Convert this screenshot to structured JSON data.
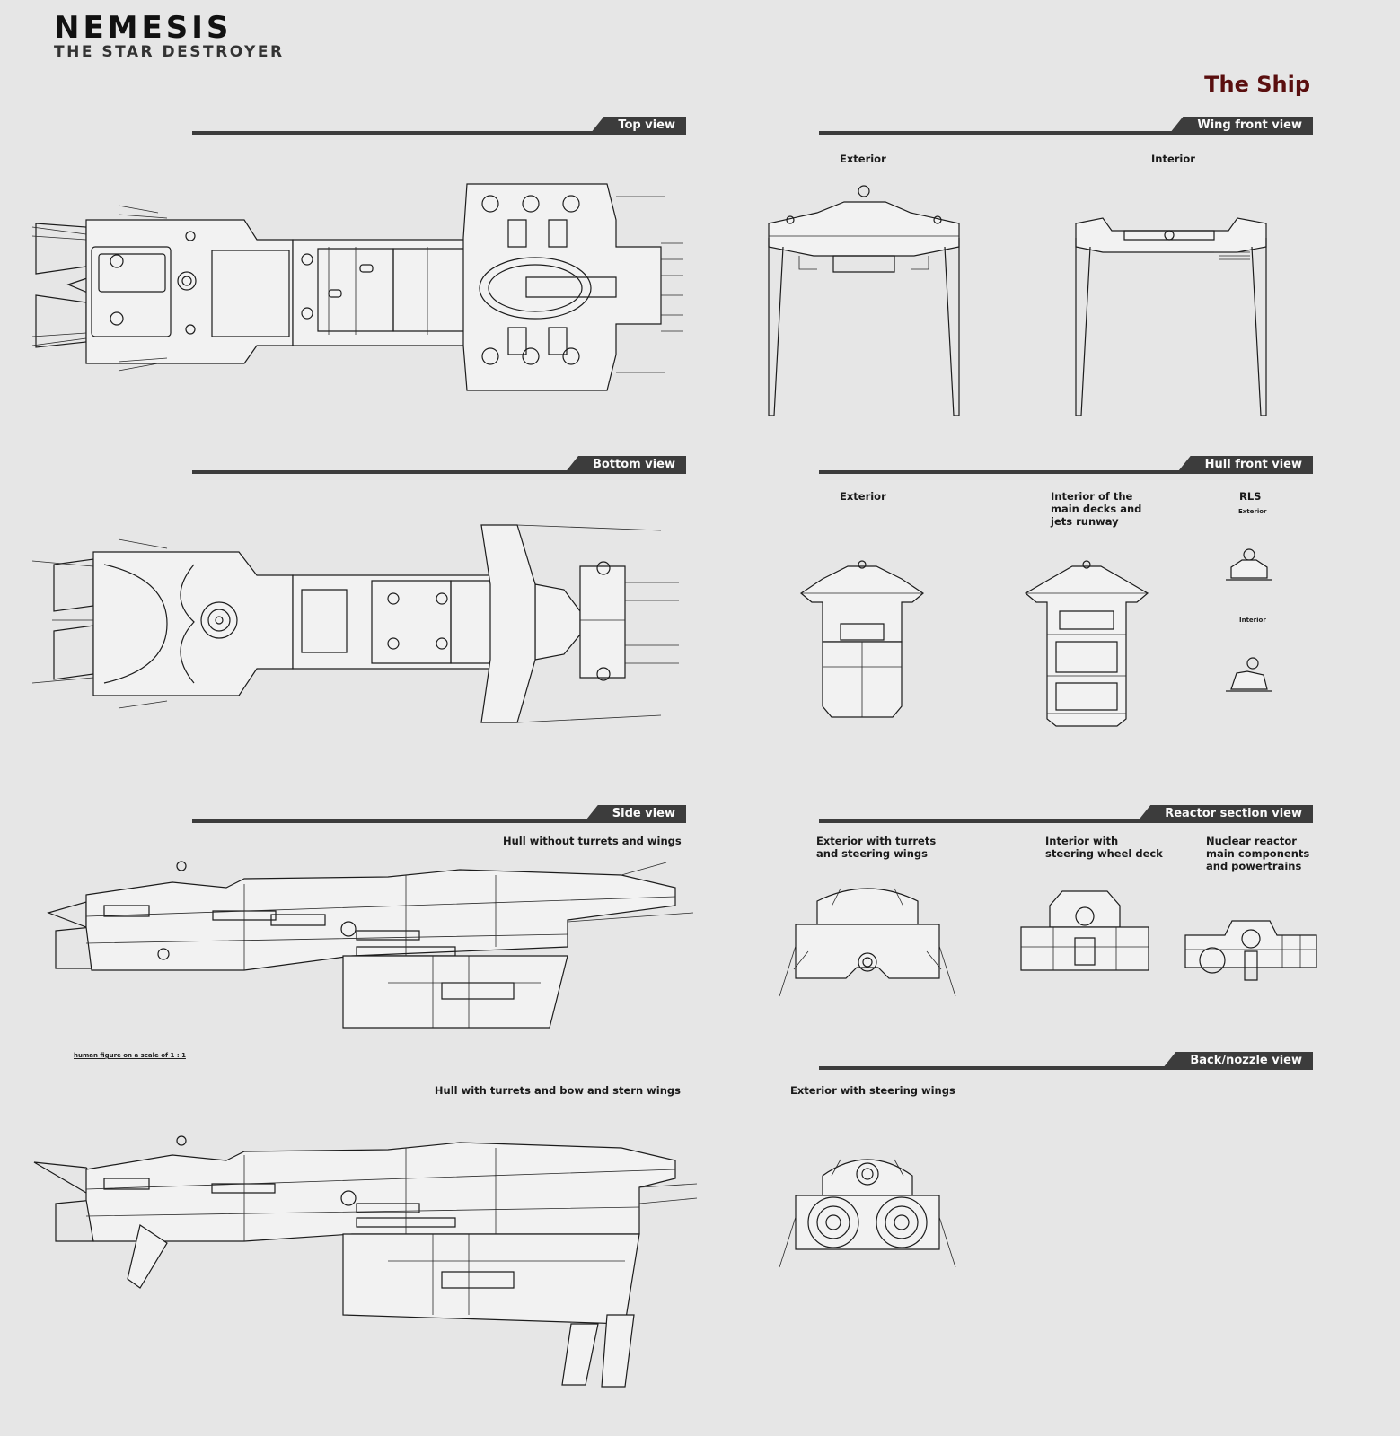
{
  "header": {
    "title": "NEMESIS",
    "subtitle": "THE STAR DESTROYER",
    "page_title": "The Ship"
  },
  "sections": {
    "top_view": "Top view",
    "bottom_view": "Bottom view",
    "side_view": "Side view",
    "wing_front_view": "Wing front view",
    "hull_front_view": "Hull front view",
    "reactor_section_view": "Reactor section view",
    "back_nozzle_view": "Back/nozzle view"
  },
  "captions": {
    "wing_exterior": "Exterior",
    "wing_interior": "Interior",
    "hull_exterior": "Exterior",
    "hull_interior_line1": "Interior of the",
    "hull_interior_line2": "main decks and",
    "hull_interior_line3": "jets runway",
    "rls": "RLS",
    "rls_exterior": "Exterior",
    "rls_interior": "Interior",
    "side_hull_plain": "Hull without turrets and wings",
    "side_hull_full": "Hull with turrets and bow and stern wings",
    "scale_note": "human figure on a scale of 1 : 1",
    "reactor_exterior_line1": "Exterior with turrets",
    "reactor_exterior_line2": "and steering wings",
    "reactor_interior_line1": "Interior with",
    "reactor_interior_line2": "steering wheel deck",
    "reactor_nuclear_line1": "Nuclear reactor",
    "reactor_nuclear_line2": "main components",
    "reactor_nuclear_line3": "and powertrains",
    "back_exterior": "Exterior with steering wings"
  },
  "colors": {
    "background": "#e6e6e6",
    "header_bar": "#3c3c3c",
    "accent_title": "#5a0f0f",
    "line_art": "#1c1c1c"
  }
}
